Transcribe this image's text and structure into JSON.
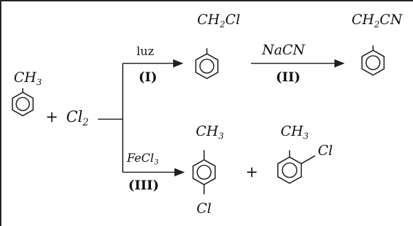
{
  "diagram": {
    "reactant": {
      "substituent": "CH",
      "substituent_sub": "3"
    },
    "plus_1": "+",
    "reagent": {
      "name": "Cl",
      "name_sub": "2"
    },
    "step_I": {
      "condition": "luz",
      "label": "(I)"
    },
    "product_I": {
      "substituent": "CH",
      "substituent_sub": "2",
      "substituent_tail": "Cl"
    },
    "step_II": {
      "reagent": "NaCN",
      "label": "(II)"
    },
    "product_II": {
      "substituent": "CH",
      "substituent_sub": "2",
      "substituent_tail": "CN"
    },
    "step_III": {
      "catalyst": "FeCl",
      "catalyst_sub": "3",
      "label": "(III)"
    },
    "product_III_para": {
      "top_substituent": "CH",
      "top_substituent_sub": "3",
      "bottom_substituent": "Cl"
    },
    "plus_2": "+",
    "product_III_ortho": {
      "top_substituent": "CH",
      "top_substituent_sub": "3",
      "side_substituent": "Cl"
    }
  }
}
